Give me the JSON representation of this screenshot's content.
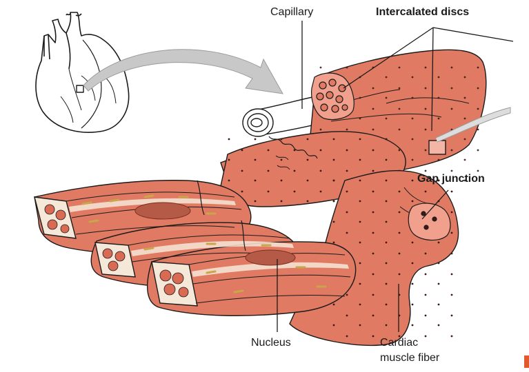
{
  "labels": {
    "capillary": "Capillary",
    "intercalated_discs": "Intercalated discs",
    "gap_junction": "Gap junction",
    "nucleus": "Nucleus",
    "cardiac_line1": "Cardiac",
    "cardiac_line2": "muscle fiber"
  },
  "colors": {
    "muscle": "#e07a63",
    "muscle_dark": "#c9624c",
    "muscle_light": "#f0a08c",
    "outline": "#1a1a1a",
    "nucleus": "#b65a48",
    "mitochondria": "#e8c878",
    "connective": "#f6e8d8",
    "arrow": "#c8c8c8",
    "accent": "#e05a2b"
  }
}
